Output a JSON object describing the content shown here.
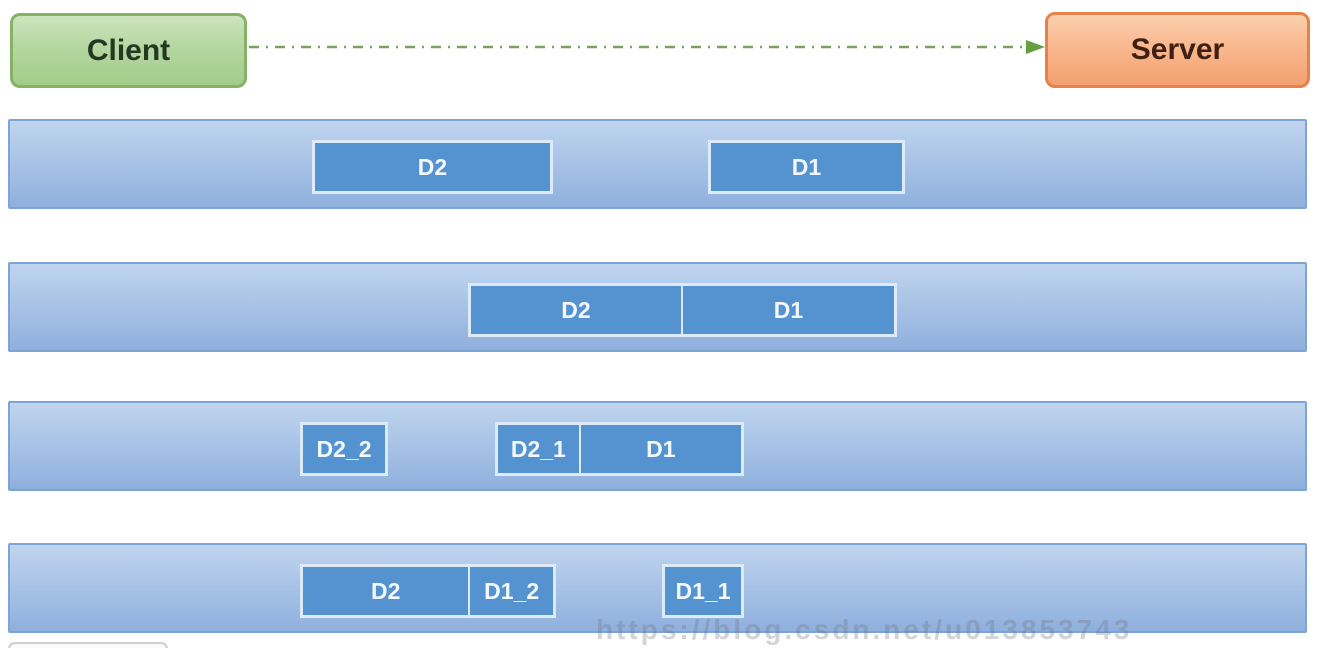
{
  "nodes": {
    "client_label": "Client",
    "server_label": "Server"
  },
  "connection": {
    "style": "dash-dot",
    "direction": "client-to-server",
    "color": "#6fa84e"
  },
  "bands": [
    {
      "packets": [
        {
          "segments": [
            "D2"
          ]
        },
        {
          "segments": [
            "D1"
          ]
        }
      ]
    },
    {
      "packets": [
        {
          "segments": [
            "D2",
            "D1"
          ]
        }
      ]
    },
    {
      "packets": [
        {
          "segments": [
            "D2_2"
          ]
        },
        {
          "segments": [
            "D2_1",
            "D1"
          ]
        }
      ]
    },
    {
      "packets": [
        {
          "segments": [
            "D2",
            "D1_2"
          ]
        },
        {
          "segments": [
            "D1_1"
          ]
        }
      ]
    }
  ],
  "watermark": {
    "text": "https://blog.csdn.net/u013853743"
  },
  "colors": {
    "client_fill": "#b5d7a1",
    "client_border": "#85b264",
    "server_fill": "#f8b68c",
    "server_border": "#ea8049",
    "band_fill": "#aac4e7",
    "band_border": "#7da4d7",
    "packet_fill": "#5592d0",
    "packet_border": "#ddeaf7",
    "packet_text": "#f2f8fe",
    "arrow_green": "#6fa84e"
  }
}
